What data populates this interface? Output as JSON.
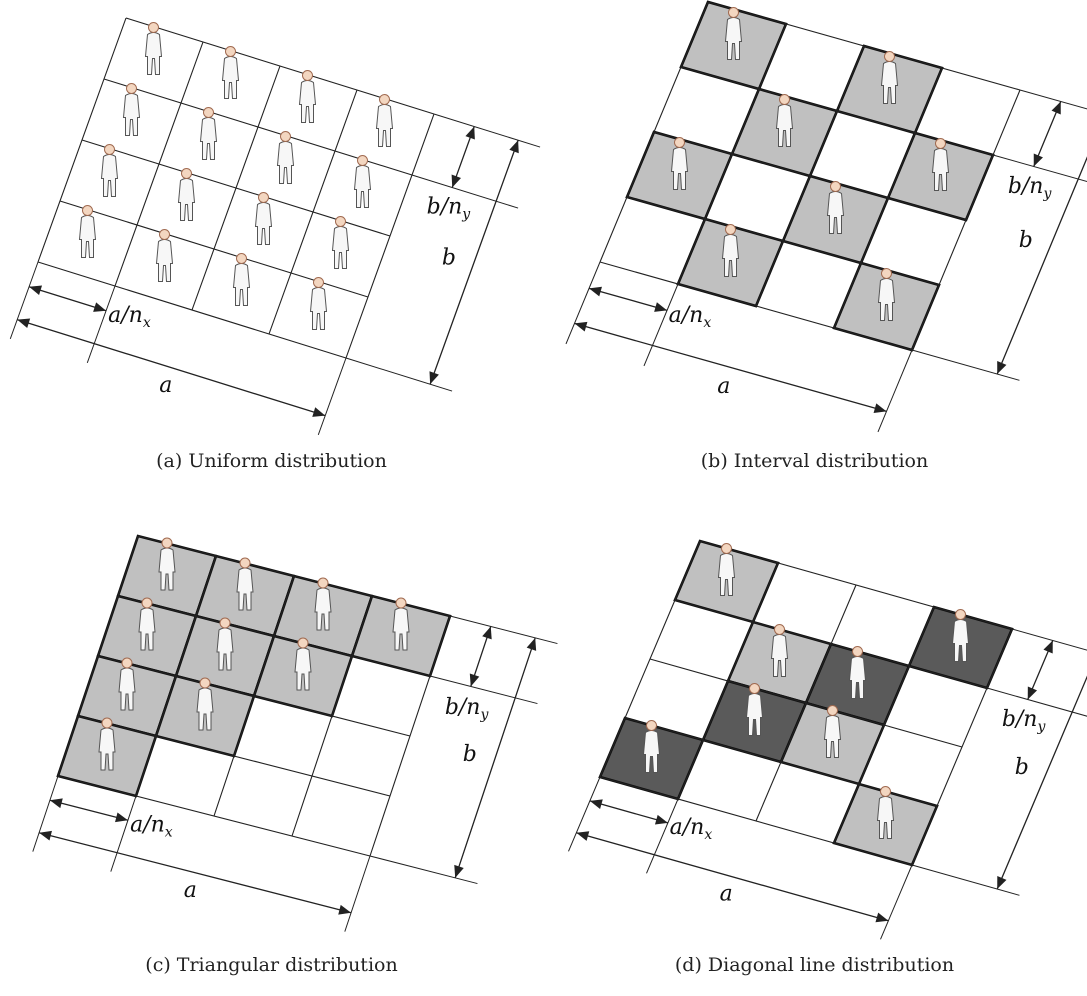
{
  "figure": {
    "panels": [
      {
        "id": "a",
        "caption": "(a) Uniform distribution",
        "grid": [
          4,
          4
        ],
        "cells": [
          {
            "r": 0,
            "c": 0,
            "fill": "none",
            "person": true
          },
          {
            "r": 0,
            "c": 1,
            "fill": "none",
            "person": true
          },
          {
            "r": 0,
            "c": 2,
            "fill": "none",
            "person": true
          },
          {
            "r": 0,
            "c": 3,
            "fill": "none",
            "person": true
          },
          {
            "r": 1,
            "c": 0,
            "fill": "none",
            "person": true
          },
          {
            "r": 1,
            "c": 1,
            "fill": "none",
            "person": true
          },
          {
            "r": 1,
            "c": 2,
            "fill": "none",
            "person": true
          },
          {
            "r": 1,
            "c": 3,
            "fill": "none",
            "person": true
          },
          {
            "r": 2,
            "c": 0,
            "fill": "none",
            "person": true
          },
          {
            "r": 2,
            "c": 1,
            "fill": "none",
            "person": true
          },
          {
            "r": 2,
            "c": 2,
            "fill": "none",
            "person": true
          },
          {
            "r": 2,
            "c": 3,
            "fill": "none",
            "person": true
          },
          {
            "r": 3,
            "c": 0,
            "fill": "none",
            "person": true
          },
          {
            "r": 3,
            "c": 1,
            "fill": "none",
            "person": true
          },
          {
            "r": 3,
            "c": 2,
            "fill": "none",
            "person": true
          },
          {
            "r": 3,
            "c": 3,
            "fill": "none",
            "person": true
          }
        ],
        "labels": {
          "a": "a",
          "a_over_n": "a/n",
          "a_sub": "x",
          "b": "b",
          "b_over_n": "b/n",
          "b_sub": "y"
        }
      },
      {
        "id": "b",
        "caption": "(b) Interval distribution",
        "grid": [
          4,
          4
        ],
        "cells": [
          {
            "r": 0,
            "c": 0,
            "fill": "light",
            "person": true
          },
          {
            "r": 0,
            "c": 2,
            "fill": "light",
            "person": true
          },
          {
            "r": 1,
            "c": 1,
            "fill": "light",
            "person": true
          },
          {
            "r": 1,
            "c": 3,
            "fill": "light",
            "person": true
          },
          {
            "r": 2,
            "c": 0,
            "fill": "light",
            "person": true
          },
          {
            "r": 2,
            "c": 2,
            "fill": "light",
            "person": true
          },
          {
            "r": 3,
            "c": 1,
            "fill": "light",
            "person": true
          },
          {
            "r": 3,
            "c": 3,
            "fill": "light",
            "person": true
          }
        ],
        "labels": {
          "a": "a",
          "a_over_n": "a/n",
          "a_sub": "x",
          "b": "b",
          "b_over_n": "b/n",
          "b_sub": "y"
        }
      },
      {
        "id": "c",
        "caption": "(c) Triangular distribution",
        "grid": [
          4,
          4
        ],
        "cells": [
          {
            "r": 0,
            "c": 0,
            "fill": "light",
            "person": true
          },
          {
            "r": 0,
            "c": 1,
            "fill": "light",
            "person": true
          },
          {
            "r": 0,
            "c": 2,
            "fill": "light",
            "person": true
          },
          {
            "r": 0,
            "c": 3,
            "fill": "light",
            "person": true
          },
          {
            "r": 1,
            "c": 0,
            "fill": "light",
            "person": true
          },
          {
            "r": 1,
            "c": 1,
            "fill": "light",
            "person": true
          },
          {
            "r": 1,
            "c": 2,
            "fill": "light",
            "person": true
          },
          {
            "r": 2,
            "c": 0,
            "fill": "light",
            "person": true
          },
          {
            "r": 2,
            "c": 1,
            "fill": "light",
            "person": true
          },
          {
            "r": 3,
            "c": 0,
            "fill": "light",
            "person": true
          }
        ],
        "labels": {
          "a": "a",
          "a_over_n": "a/n",
          "a_sub": "x",
          "b": "b",
          "b_over_n": "b/n",
          "b_sub": "y"
        }
      },
      {
        "id": "d",
        "caption": "(d) Diagonal line distribution",
        "grid": [
          4,
          4
        ],
        "cells": [
          {
            "r": 0,
            "c": 0,
            "fill": "light",
            "person": true
          },
          {
            "r": 0,
            "c": 3,
            "fill": "dark",
            "person": true
          },
          {
            "r": 1,
            "c": 1,
            "fill": "light",
            "person": true
          },
          {
            "r": 1,
            "c": 2,
            "fill": "dark",
            "person": true
          },
          {
            "r": 2,
            "c": 1,
            "fill": "dark",
            "person": true
          },
          {
            "r": 2,
            "c": 2,
            "fill": "light",
            "person": true
          },
          {
            "r": 3,
            "c": 0,
            "fill": "dark",
            "person": true
          },
          {
            "r": 3,
            "c": 3,
            "fill": "light",
            "person": true
          }
        ],
        "labels": {
          "a": "a",
          "a_over_n": "a/n",
          "a_sub": "x",
          "b": "b",
          "b_over_n": "b/n",
          "b_sub": "y"
        }
      }
    ],
    "colors": {
      "light": "#c0c0c0",
      "dark": "#5a5a5a",
      "line": "#222222",
      "person_body": "#f7f7f7",
      "person_head": "#f3d6c0",
      "person_outline": "#555555"
    }
  }
}
